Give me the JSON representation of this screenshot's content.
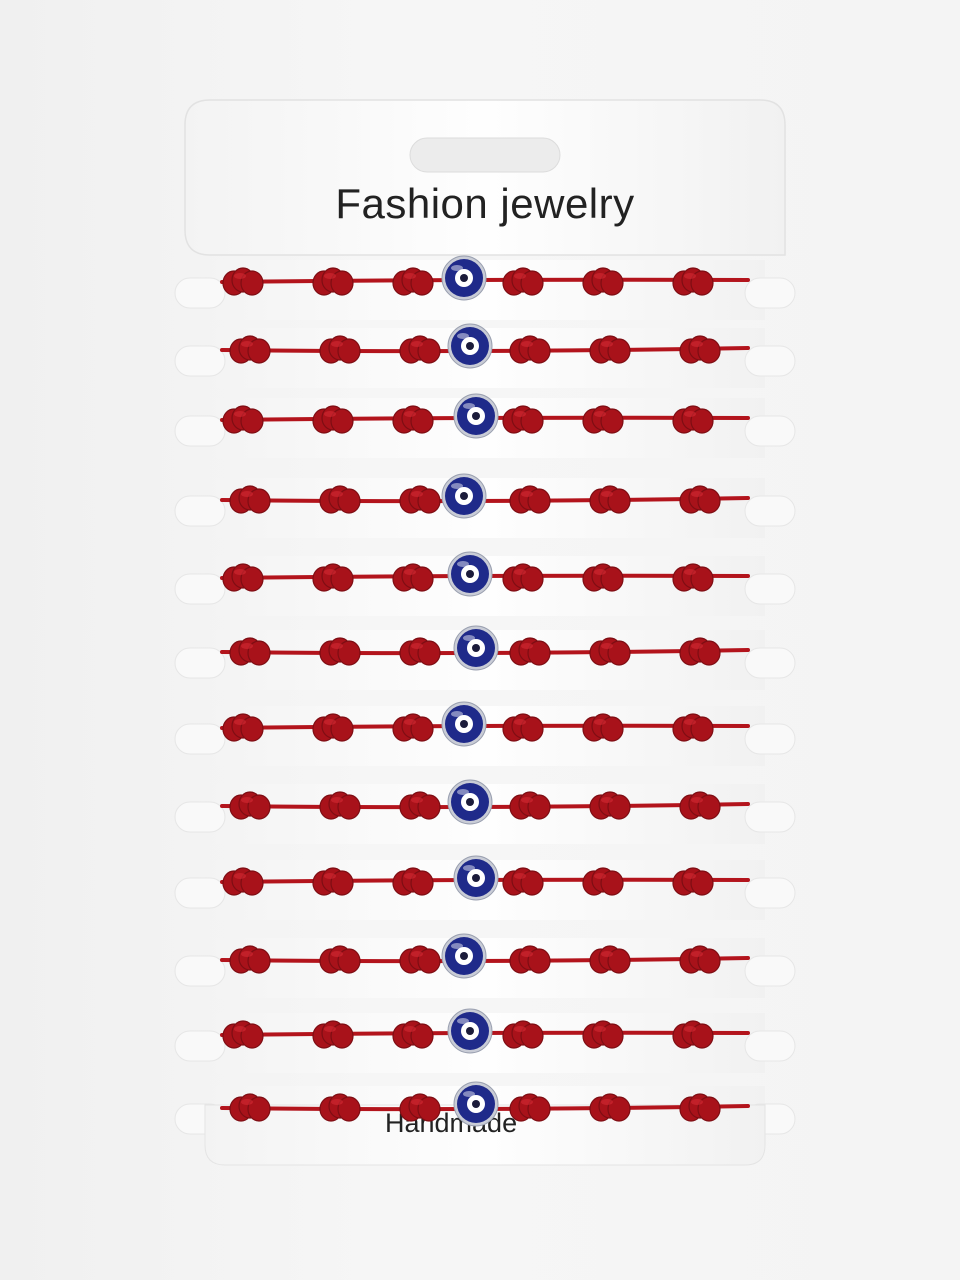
{
  "card": {
    "title": "Fashion jewelry",
    "footer": "Handmade",
    "card_color": "#fefefe",
    "background_color": "#f2f2f2"
  },
  "bracelets": {
    "count": 12,
    "cord_color": "#b3141c",
    "knot_color": "#a8121a",
    "knots_per_bracelet": 7,
    "charm": {
      "type": "evil-eye",
      "outer_color": "#1f2a8a",
      "ring_color": "#c9ccd6",
      "iris_color": "#ffffff",
      "pupil_color": "#1b1b3a"
    }
  }
}
